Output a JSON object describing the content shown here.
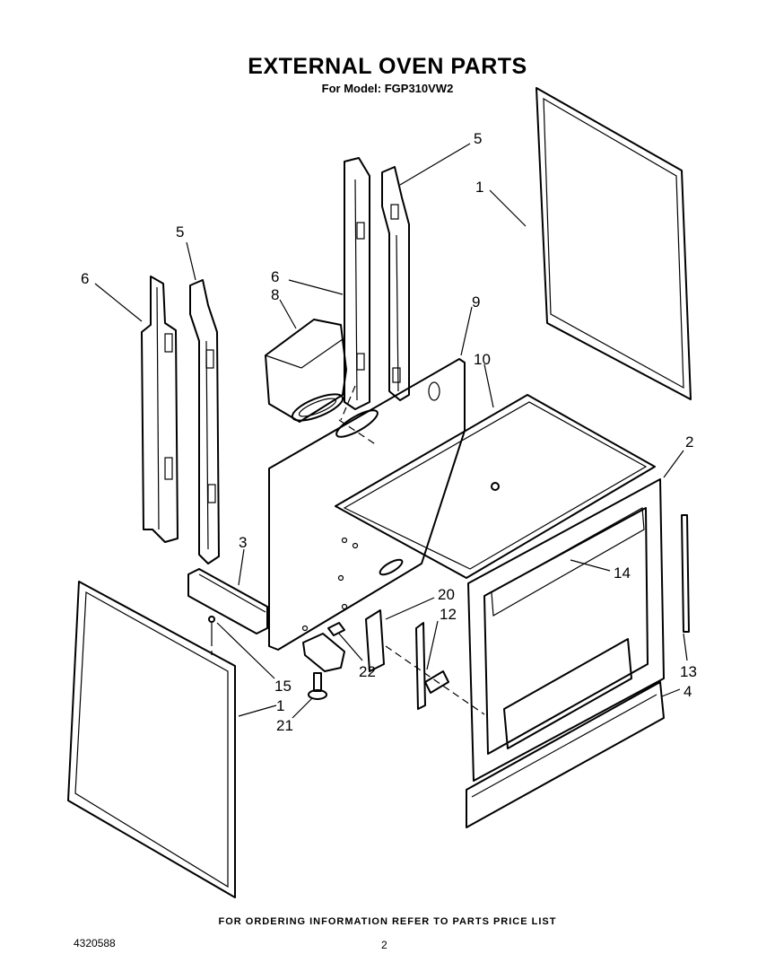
{
  "header": {
    "title": "EXTERNAL OVEN PARTS",
    "subtitle": "For Model: FGP310VW2"
  },
  "callouts": [
    "1",
    "2",
    "3",
    "4",
    "5",
    "5",
    "6",
    "6",
    "8",
    "9",
    "10",
    "12",
    "13",
    "14",
    "15",
    "1",
    "20",
    "21",
    "22"
  ],
  "footer": {
    "note": "FOR ORDERING INFORMATION REFER TO PARTS PRICE LIST",
    "doc_number": "4320588",
    "page_number": "2"
  }
}
